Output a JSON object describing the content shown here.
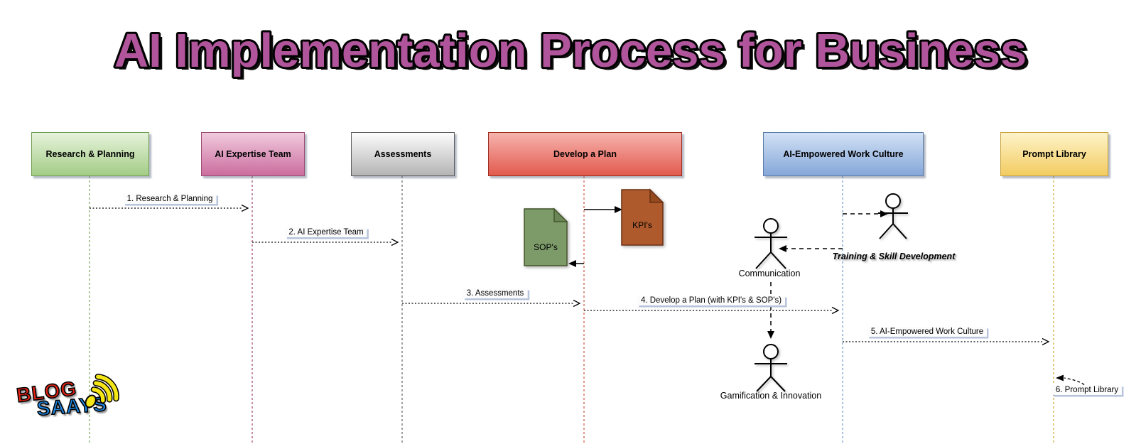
{
  "title": "AI Implementation Process for Business",
  "lanes": [
    {
      "label": "Research & Planning",
      "fill_top": "#e6f3db",
      "fill_bottom": "#a3cc86",
      "border": "#6f9e52"
    },
    {
      "label": "AI Expertise Team",
      "fill_top": "#f0cadd",
      "fill_bottom": "#cb6d9e",
      "border": "#9a4a73"
    },
    {
      "label": "Assessments",
      "fill_top": "#fcfcfc",
      "fill_bottom": "#b4b4b4",
      "border": "#5c5c5c"
    },
    {
      "label": "Develop a Plan",
      "fill_top": "#f6b3ad",
      "fill_bottom": "#e25a4e",
      "border": "#9c2c20"
    },
    {
      "label": "AI-Empowered Work Culture",
      "fill_top": "#d2e1f5",
      "fill_bottom": "#85a7d9",
      "border": "#5a7ca8"
    },
    {
      "label": "Prompt Library",
      "fill_top": "#fdf3c9",
      "fill_bottom": "#f3cc61",
      "border": "#c7a23c"
    }
  ],
  "messages": [
    {
      "label": "1. Research & Planning"
    },
    {
      "label": "2. AI Expertise Team"
    },
    {
      "label": "3. Assessments"
    },
    {
      "label": "4. Develop a Plan (with KPI's & SOP's)"
    },
    {
      "label": "5. AI-Empowered Work Culture"
    },
    {
      "label": "6. Prompt Library"
    }
  ],
  "documents": [
    {
      "label": "SOP's",
      "fill": "#7d9b69",
      "border": "#44562b"
    },
    {
      "label": "KPI's",
      "fill": "#ae5a2d",
      "border": "#6a3114"
    }
  ],
  "actors": [
    {
      "label": "Communication"
    },
    {
      "label": "Training & Skill Development"
    },
    {
      "label": "Gamification & Innovation"
    }
  ],
  "logo": {
    "word1": "BLOG",
    "word2": "SAAYS"
  },
  "colors": {
    "title": "#b0549b",
    "background": "#ffffff"
  }
}
